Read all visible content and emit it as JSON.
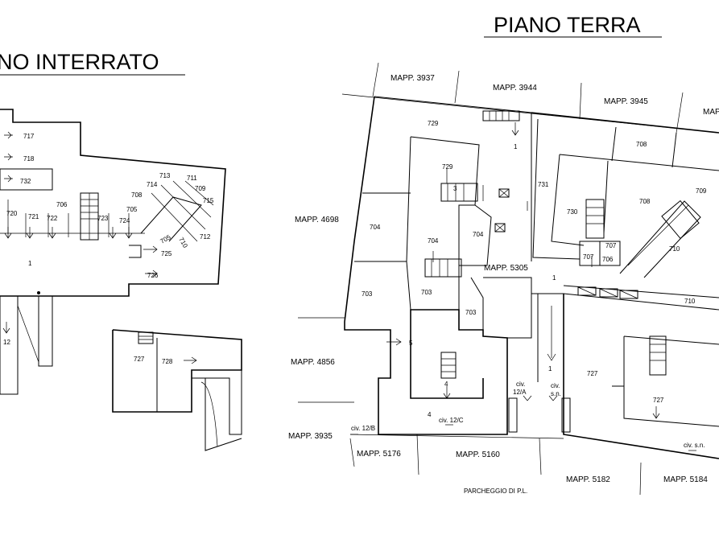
{
  "titles": {
    "basement": "NO INTERRATO",
    "ground": "PIANO TERRA"
  },
  "basement_labels": {
    "r717": "717",
    "r718": "718",
    "r732": "732",
    "r713": "713",
    "r711": "711",
    "r714": "714",
    "r709": "709",
    "r706": "706",
    "r708": "708",
    "r715": "715",
    "r720": "720",
    "r721": "721",
    "r722": "722",
    "r723": "723",
    "r724": "724",
    "r705": "705",
    "r712": "712",
    "r_705b": "705",
    "r710": "710",
    "r725": "725",
    "r726": "726",
    "r1": "1",
    "r12": "12",
    "r727": "727",
    "r728": "728"
  },
  "ground_labels": {
    "m3937": "MAPP. 3937",
    "m3944": "MAPP. 3944",
    "m3945": "MAPP. 3945",
    "m_edge": "MAPP.",
    "m4698": "MAPP. 4698",
    "m5305": "MAPP. 5305",
    "m4856": "MAPP. 4856",
    "m3935": "MAPP. 3935",
    "m5176": "MAPP. 5176",
    "m5160": "MAPP. 5160",
    "m5182": "MAPP. 5182",
    "m5184": "MAPP. 5184",
    "parking": "PARCHEGGIO DI  P.L.",
    "r729a": "729",
    "r729b": "729",
    "r1a": "1",
    "r708a": "708",
    "r731": "731",
    "r3": "3",
    "r704a": "704",
    "r704b": "704",
    "r704c": "704",
    "r730": "730",
    "r708b": "708",
    "r709": "709",
    "r707a": "707",
    "r707b": "707",
    "r706": "706",
    "r710a": "710",
    "r703a": "703",
    "r703b": "703",
    "r703c": "703",
    "r1b": "1",
    "r710b": "710",
    "r5": "5",
    "r4a": "4",
    "r1c": "1",
    "r727a": "727",
    "r727b": "727",
    "r4b": "4",
    "civ1": "civ.",
    "civ1b": "12/A",
    "civ2": "civ.",
    "civ2b": "s.n.",
    "civ3": "civ. 12/B",
    "civ4": "civ. 12/C",
    "civ5": "civ. s.n."
  }
}
